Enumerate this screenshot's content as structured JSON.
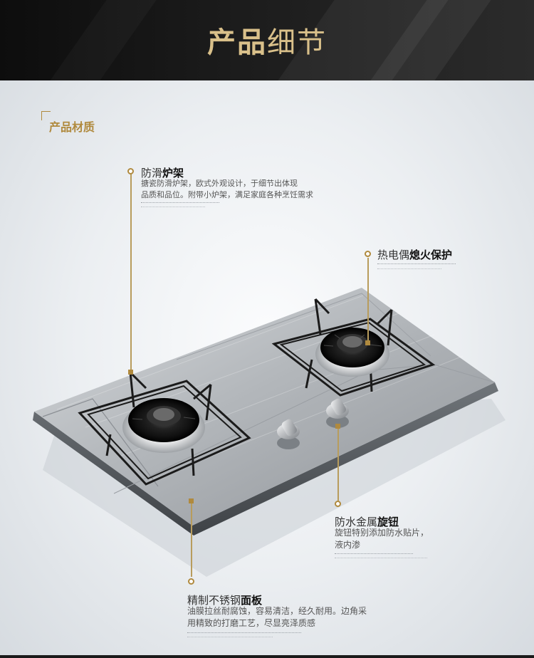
{
  "header": {
    "title_bold": "产品",
    "title_light": "细节"
  },
  "section": {
    "label": "产品材质"
  },
  "callouts": {
    "burner_rack": {
      "title_plain": "防滑",
      "title_bold": "炉架",
      "desc_line1": "搪瓷防滑炉架，欧式外观设计，于细节出体现",
      "desc_line2": "品质和品位。附带小炉架，满足家庭各种烹饪需求"
    },
    "thermocouple": {
      "title_plain": "热电偶",
      "title_bold": "熄火保护"
    },
    "knob": {
      "title_plain": "防水金属",
      "title_bold": "旋钮",
      "desc_line1": "旋钮特别添加防水贴片，",
      "desc_line2": "液内渗"
    },
    "panel": {
      "title_plain": "精制不锈钢",
      "title_bold": "面板",
      "desc_line1": "油膜拉丝耐腐蚀，容易清洁，经久耐用。边角采",
      "desc_line2": "用精致的打磨工艺，尽显亮泽质感"
    }
  },
  "colors": {
    "accent_gold": "#b08a3e",
    "header_bg": "#111111",
    "header_text": "#d9c08a"
  }
}
